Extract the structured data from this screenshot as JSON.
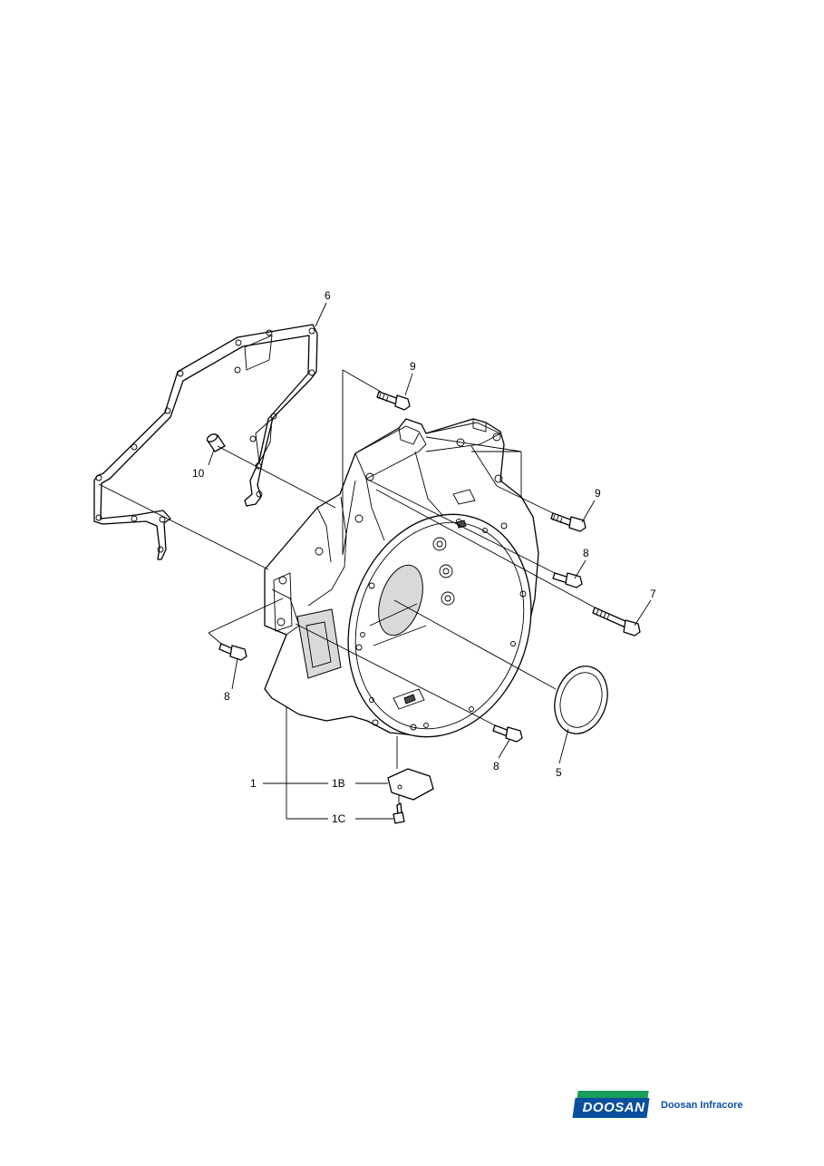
{
  "diagram": {
    "callouts": {
      "part_1": "1",
      "part_1b": "1B",
      "part_1c": "1C",
      "part_5": "5",
      "part_6": "6",
      "part_7": "7",
      "part_8a": "8",
      "part_8b": "8",
      "part_8c": "8",
      "part_9a": "9",
      "part_9b": "9",
      "part_10": "10"
    }
  },
  "logo": {
    "brand": "DOOSAN",
    "company": "Doosan Infracore",
    "colors": {
      "blue": "#0a4fa0",
      "green": "#1a9c5b"
    }
  }
}
